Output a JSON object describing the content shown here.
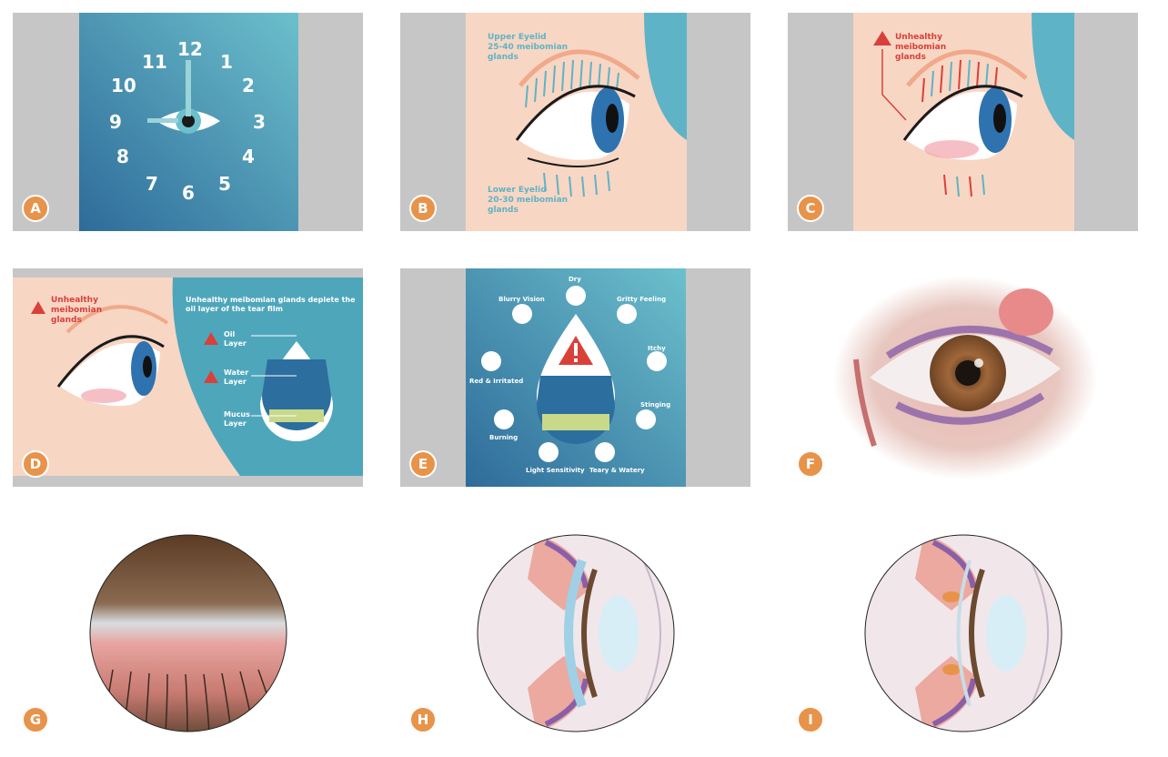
{
  "panels": {
    "a": {
      "badge": "A",
      "numbers": [
        "12",
        "1",
        "2",
        "3",
        "4",
        "5",
        "6",
        "7",
        "8",
        "9",
        "10",
        "11"
      ]
    },
    "b": {
      "badge": "B",
      "upper_l1": "Upper Eyelid",
      "upper_l2": "25-40 meibomian",
      "upper_l3": "glands",
      "lower_l1": "Lower Eyelid",
      "lower_l2": "20-30 meibomian",
      "lower_l3": "glands"
    },
    "c": {
      "badge": "C",
      "l1": "Unhealthy",
      "l2": "meibomian",
      "l3": "glands"
    },
    "d": {
      "badge": "D",
      "warn_l1": "Unhealthy",
      "warn_l2": "meibomian",
      "warn_l3": "glands",
      "title_l1": "Unhealthy meibomian glands deplete the",
      "title_l2": "oil layer of the tear film",
      "oil_l1": "Oil",
      "oil_l2": "Layer",
      "water_l1": "Water",
      "water_l2": "Layer",
      "mucus_l1": "Mucus",
      "mucus_l2": "Layer"
    },
    "e": {
      "badge": "E",
      "symptoms": [
        "Dry",
        "Gritty Feeling",
        "Itchy",
        "Stinging",
        "Teary & Watery",
        "Light Sensitivity",
        "Burning",
        "Red & Irritated",
        "Blurry Vision"
      ]
    },
    "f": {
      "badge": "F"
    },
    "g": {
      "badge": "G"
    },
    "h": {
      "badge": "H"
    },
    "i": {
      "badge": "I"
    }
  },
  "colors": {
    "accent": "#e8934a",
    "teal": "#5fb3c6",
    "skin": "#f8d6c4",
    "warning": "#d9403a"
  }
}
